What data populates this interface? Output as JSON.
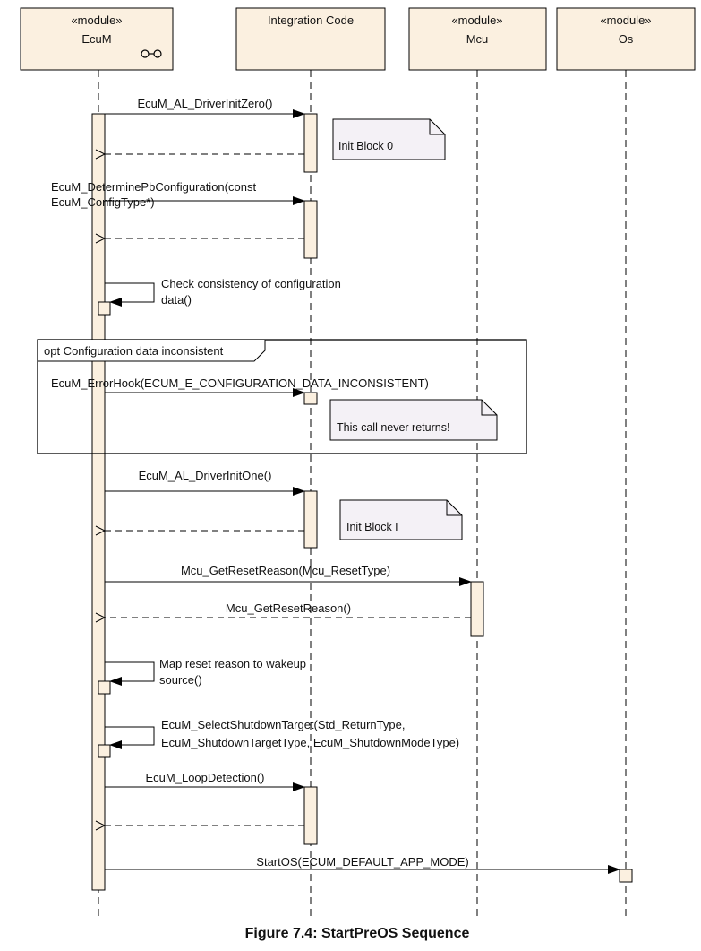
{
  "participants": [
    {
      "stereotype": "«module»",
      "name": "EcuM"
    },
    {
      "stereotype": "",
      "name": "Integration Code"
    },
    {
      "stereotype": "«module»",
      "name": "Mcu"
    },
    {
      "stereotype": "«module»",
      "name": "Os"
    }
  ],
  "messages": {
    "driver_init_zero": "EcuM_AL_DriverInitZero()",
    "determine_pb_line1": "EcuM_DeterminePbConfiguration(const",
    "determine_pb_line2": "EcuM_ConfigType*)",
    "check_consistency_line1": "Check consistency of configuration",
    "check_consistency_line2": "data()",
    "error_hook": "EcuM_ErrorHook(ECUM_E_CONFIGURATION_DATA_INCONSISTENT)",
    "driver_init_one": "EcuM_AL_DriverInitOne()",
    "mcu_get_reset_reason_call": "Mcu_GetResetReason(Mcu_ResetType)",
    "mcu_get_reset_reason_return": "Mcu_GetResetReason()",
    "map_reset_line1": "Map reset reason to wakeup",
    "map_reset_line2": "source()",
    "select_shutdown_line1": "EcuM_SelectShutdownTarget(Std_ReturnType,",
    "select_shutdown_line2": "EcuM_ShutdownTargetType, EcuM_ShutdownModeType)",
    "loop_detection": "EcuM_LoopDetection()",
    "start_os": "StartOS(ECUM_DEFAULT_APP_MODE)"
  },
  "notes": {
    "init_block_0": "Init Block 0",
    "never_returns": "This call never returns!",
    "init_block_1": "Init Block I"
  },
  "fragment": {
    "label": "opt Configuration data inconsistent"
  },
  "caption": "Figure 7.4: StartPreOS Sequence",
  "colors": {
    "box_fill": "#fbf0e0",
    "note_fill": "#f4f1f6",
    "line": "#000000"
  }
}
